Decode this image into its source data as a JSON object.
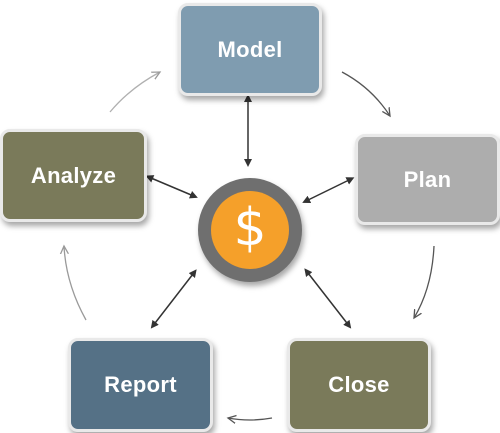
{
  "colors": {
    "model": "#7f9cb0",
    "plan": "#adadad",
    "close": "#7a7a5a",
    "report": "#557186",
    "analyze": "#7a7a5a",
    "hub_ring": "#6f6f6f",
    "hub_fill": "#f5a02a",
    "connector": "#333333",
    "cycle_arrow": "#555555"
  },
  "nodes": {
    "model": {
      "label": "Model"
    },
    "plan": {
      "label": "Plan"
    },
    "close": {
      "label": "Close"
    },
    "report": {
      "label": "Report"
    },
    "analyze": {
      "label": "Analyze"
    }
  },
  "hub": {
    "symbol": "$",
    "icon": "dollar-icon"
  },
  "cycle_order": [
    "Model",
    "Plan",
    "Close",
    "Report",
    "Analyze"
  ]
}
